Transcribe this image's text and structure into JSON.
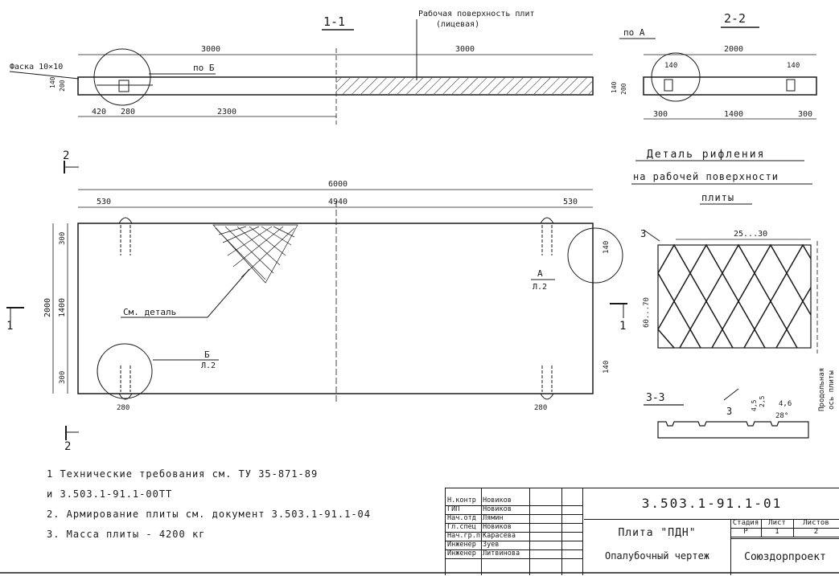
{
  "section_titles": {
    "s11": "1-1",
    "s22": "2-2",
    "s33": "3-3"
  },
  "work_surface": {
    "line1": "Рабочая поверхность плит",
    "line2": "(лицевая)"
  },
  "chamfer_label": "Фаска 10×10",
  "ref_b": "по Б",
  "ref_a": "по А",
  "dims_11": {
    "left_len": "3000",
    "right_len": "3000",
    "h1": "140",
    "h2": "200",
    "d420": "420",
    "d280": "280",
    "d2300": "2300"
  },
  "dims_22": {
    "width": "2000",
    "d140a": "140",
    "d140b": "140",
    "h1": "140",
    "h2": "200",
    "d300a": "300",
    "d1400": "1400",
    "d300b": "300"
  },
  "plan": {
    "total": "6000",
    "d530a": "530",
    "d4940": "4940",
    "d530b": "530",
    "h2000": "2000",
    "h1400": "1400",
    "h300a": "300",
    "h300b": "300",
    "w280a": "280",
    "w280b": "280",
    "h140a": "140",
    "h140b": "140",
    "see_detail": "См. деталь",
    "callout_a": "А",
    "callout_a_sheet": "Л.2",
    "callout_b": "Б",
    "callout_b_sheet": "Л.2",
    "cut1_left": "1",
    "cut1_right": "1",
    "cut2_top": "2",
    "cut2_bottom": "2"
  },
  "detail": {
    "title1": "Деталь рифления",
    "title2": "на рабочей поверхности",
    "title3": "плиты",
    "cut3a": "3",
    "cut3b": "3",
    "pitch": "25...30",
    "rise": "60...70",
    "axis1": "Продольная",
    "axis2": "ось плиты",
    "depth": "4,5",
    "depth2": "2,5",
    "d46": "4,6",
    "angle": "28°"
  },
  "notes": [
    "1 Технические   требования   см. ТУ 35-871-89",
    "  и 3.503.1-91.1-00ТТ",
    "2. Армирование  плиты  см. документ  3.503.1-91.1-04",
    "3. Масса  плиты  - 4200 кг"
  ],
  "stamp": {
    "rows": [
      {
        "role": "Н.контр",
        "name": "Новиков"
      },
      {
        "role": "ГИП",
        "name": "Новиков"
      },
      {
        "role": "Нач.отд",
        "name": "Лямин"
      },
      {
        "role": "Гл.спец",
        "name": "Новиков"
      },
      {
        "role": "Нач.гр.пт",
        "name": "Карасева"
      },
      {
        "role": "Инженер",
        "name": "Зуев"
      },
      {
        "role": "Инженер",
        "name": "Литвинова"
      }
    ],
    "doc_code": "3.503.1-91.1-01",
    "title": "Плита \"ПДН\"",
    "subtitle": "Опалубочный чертеж",
    "stage_hdr": "Стадия",
    "sheet_hdr": "Лист",
    "sheets_hdr": "Листов",
    "stage": "Р",
    "sheet": "1",
    "sheets": "2",
    "org": "Союздорпроект"
  }
}
